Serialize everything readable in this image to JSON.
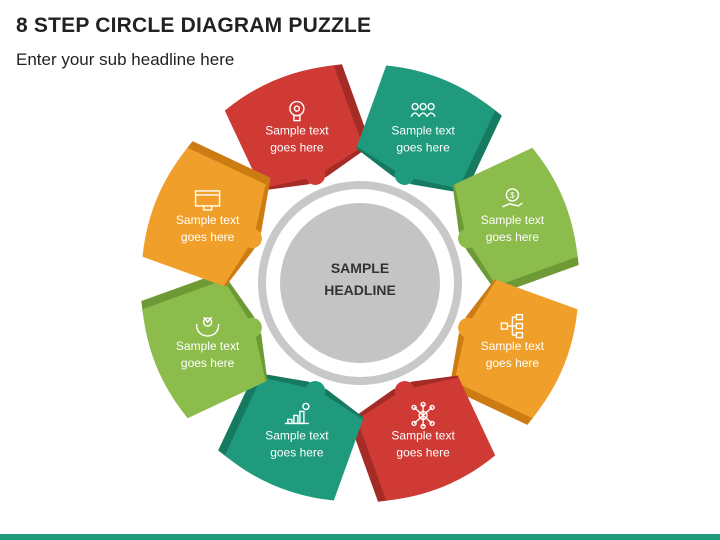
{
  "header": {
    "title": "8 STEP CIRCLE DIAGRAM PUZZLE",
    "subtitle": "Enter your sub headline here"
  },
  "center": {
    "line1": "SAMPLE",
    "line2": "HEADLINE"
  },
  "colors": {
    "red": "#d03a35",
    "red_dark": "#a52b27",
    "teal": "#1f9a7c",
    "teal_dark": "#167a61",
    "green": "#8cbc4c",
    "green_dark": "#6d9a35",
    "orange": "#f0a02a",
    "orange_dark": "#cc7c12",
    "ring": "#c8c8c8",
    "center": "#c4c4c4"
  },
  "steps": [
    {
      "line1": "Sample text",
      "line2": "goes here",
      "color": "red",
      "icon": "lightbulb-gear-icon"
    },
    {
      "line1": "Sample text",
      "line2": "goes here",
      "color": "teal",
      "icon": "team-icon"
    },
    {
      "line1": "Sample text",
      "line2": "goes here",
      "color": "green",
      "icon": "money-hand-icon"
    },
    {
      "line1": "Sample text",
      "line2": "goes here",
      "color": "orange",
      "icon": "hierarchy-icon"
    },
    {
      "line1": "Sample text",
      "line2": "goes here",
      "color": "red",
      "icon": "network-person-icon"
    },
    {
      "line1": "Sample text",
      "line2": "goes here",
      "color": "teal",
      "icon": "growth-chart-icon"
    },
    {
      "line1": "Sample text",
      "line2": "goes here",
      "color": "green",
      "icon": "hands-plant-icon"
    },
    {
      "line1": "Sample text",
      "line2": "goes here",
      "color": "orange",
      "icon": "web-monitor-icon"
    }
  ]
}
